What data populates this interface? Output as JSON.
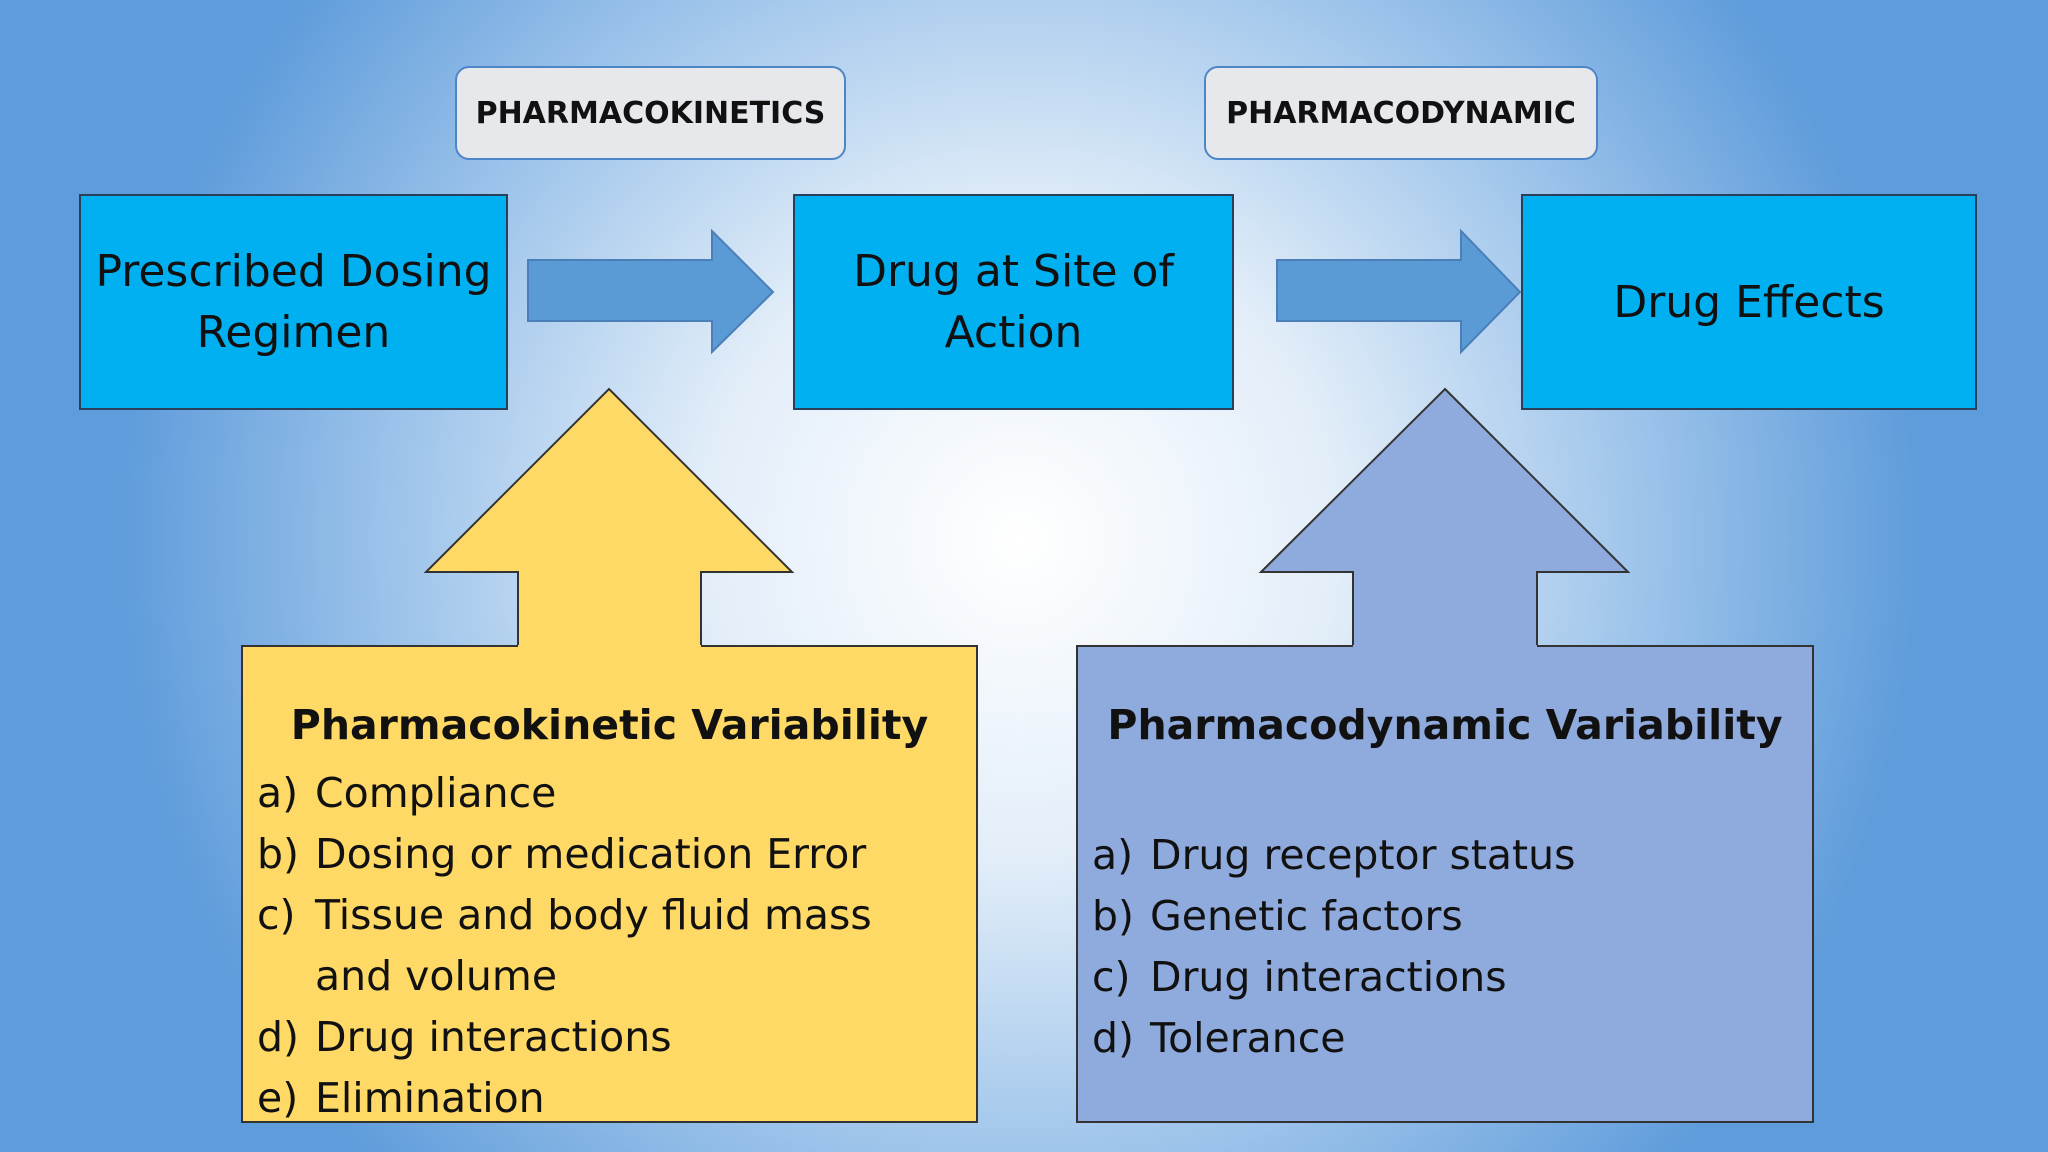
{
  "labels": {
    "pharmacokinetics": "PHARMACOKINETICS",
    "pharmacodynamic": "PHARMACODYNAMIC"
  },
  "flow": {
    "box1": [
      "Prescribed Dosing",
      "Regimen"
    ],
    "box2": [
      "Drug at Site of",
      "Action"
    ],
    "box3": [
      "Drug Effects"
    ]
  },
  "pk_panel": {
    "title": "Pharmacokinetic Variability",
    "items": [
      {
        "marker": "a)",
        "text": "Compliance"
      },
      {
        "marker": "b)",
        "text": "Dosing or medication Error"
      },
      {
        "marker": "c)",
        "text": "Tissue and body fluid mass and volume"
      },
      {
        "marker": "d)",
        "text": "Drug interactions"
      },
      {
        "marker": "e)",
        "text": "Elimination"
      }
    ]
  },
  "pd_panel": {
    "title": "Pharmacodynamic Variability",
    "items": [
      {
        "marker": "a)",
        "text": "Drug receptor status"
      },
      {
        "marker": "b)",
        "text": "Genetic factors"
      },
      {
        "marker": "c)",
        "text": "Drug interactions"
      },
      {
        "marker": "d)",
        "text": "Tolerance"
      }
    ]
  },
  "colors": {
    "flow_box": "#00b0f0",
    "arrow": "#5b9bd5",
    "pk_fill": "#ffd966",
    "pd_fill": "#8faadc"
  }
}
